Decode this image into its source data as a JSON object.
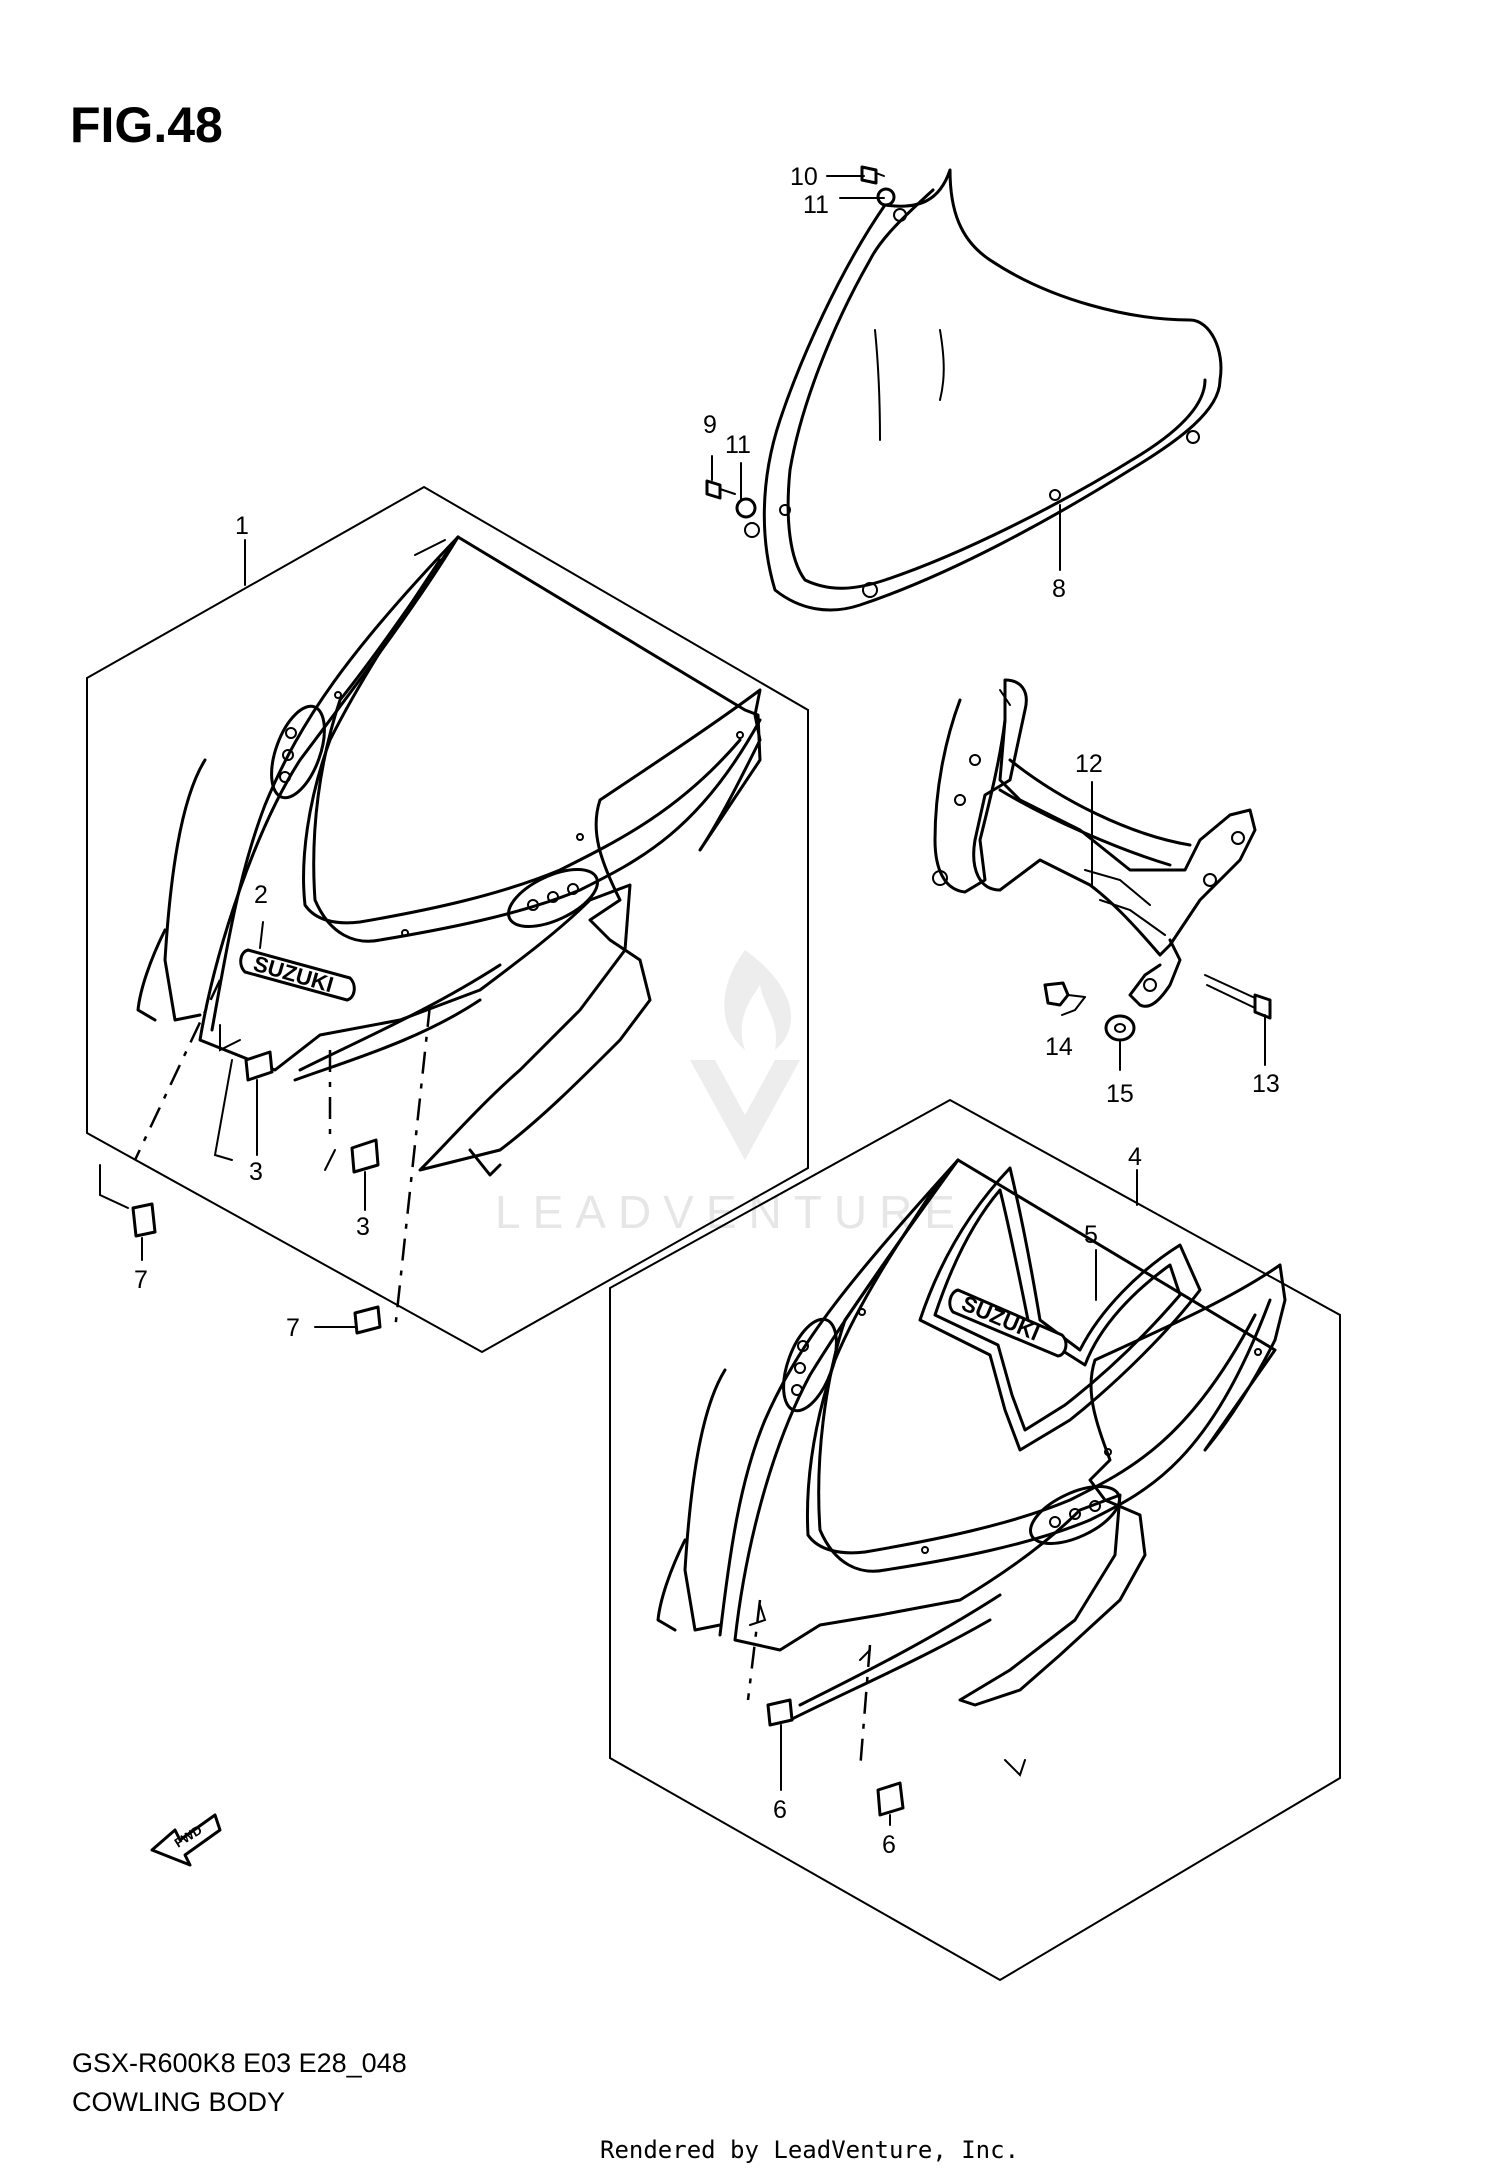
{
  "figure": {
    "title": "FIG.48",
    "model_code": "GSX-R600K8 E03 E28_048",
    "section_name": "COWLING BODY",
    "rendered_by": "Rendered by LeadVenture, Inc."
  },
  "watermark": {
    "text": "LEADVENTURE",
    "icon": "flame-v-logo-icon"
  },
  "badges": {
    "upper_logo": "SUZUKI",
    "lower_logo": "SUZUKI",
    "fwd": "FWD"
  },
  "callouts": {
    "c1": "1",
    "c2": "2",
    "c3a": "3",
    "c3b": "3",
    "c4": "4",
    "c5": "5",
    "c6a": "6",
    "c6b": "6",
    "c7a": "7",
    "c7b": "7",
    "c8": "8",
    "c9": "9",
    "c10": "10",
    "c11a": "11",
    "c11b": "11",
    "c12": "12",
    "c13": "13",
    "c14": "14",
    "c15": "15"
  }
}
